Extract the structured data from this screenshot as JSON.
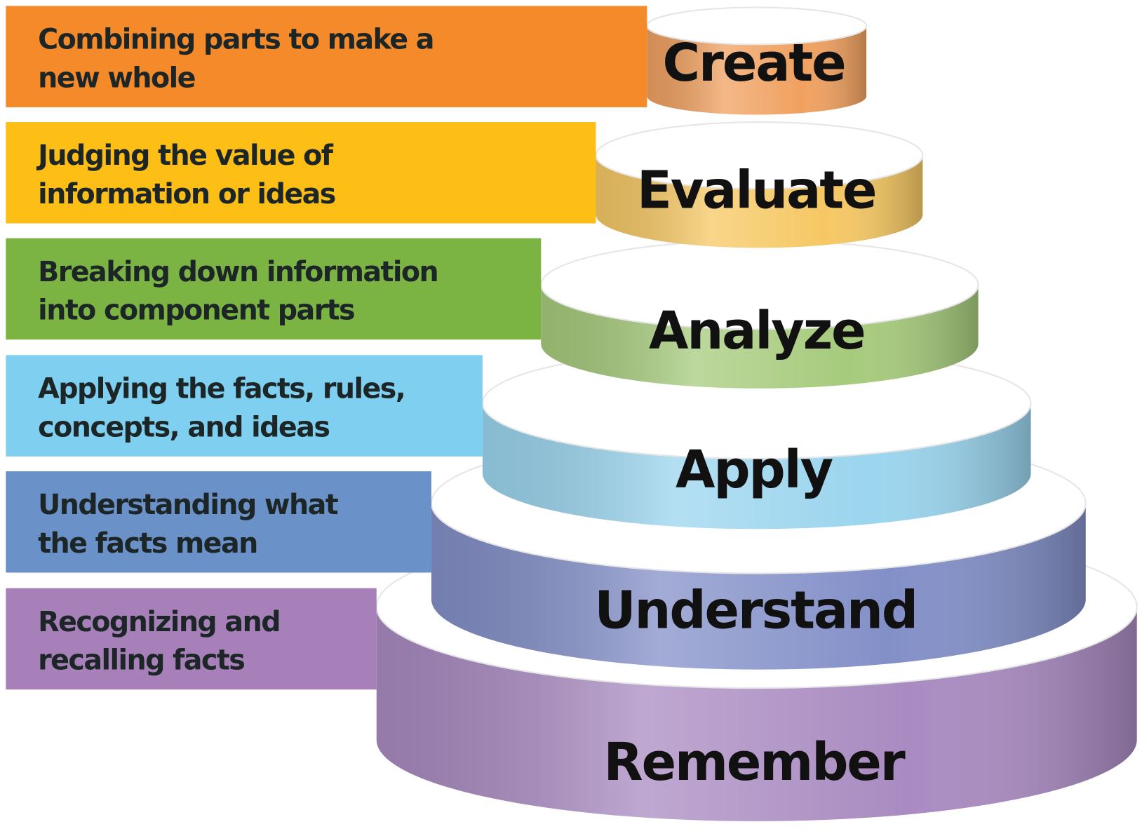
{
  "levels": [
    {
      "name": "Create",
      "description": [
        "Combining parts to make a",
        "new whole"
      ],
      "band_color": "#F58A2A",
      "cylinder_color": "#F0A160"
    },
    {
      "name": "Evaluate",
      "description": [
        "Judging the value of",
        "information or ideas"
      ],
      "band_color": "#FDBE16",
      "cylinder_color": "#F6C864"
    },
    {
      "name": "Analyze",
      "description": [
        "Breaking down information",
        "into component parts"
      ],
      "band_color": "#7CB443",
      "cylinder_color": "#A6CB7C"
    },
    {
      "name": "Apply",
      "description": [
        "Applying the facts, rules,",
        "concepts, and ideas"
      ],
      "band_color": "#7ECFF0",
      "cylinder_color": "#9BD5EE"
    },
    {
      "name": "Understand",
      "description": [
        "Understanding what",
        "the facts mean"
      ],
      "band_color": "#6B91C9",
      "cylinder_color": "#8390C8"
    },
    {
      "name": "Remember",
      "description": [
        "Recognizing and",
        "recalling facts"
      ],
      "band_color": "#A77FB9",
      "cylinder_color": "#A98BC1"
    }
  ]
}
